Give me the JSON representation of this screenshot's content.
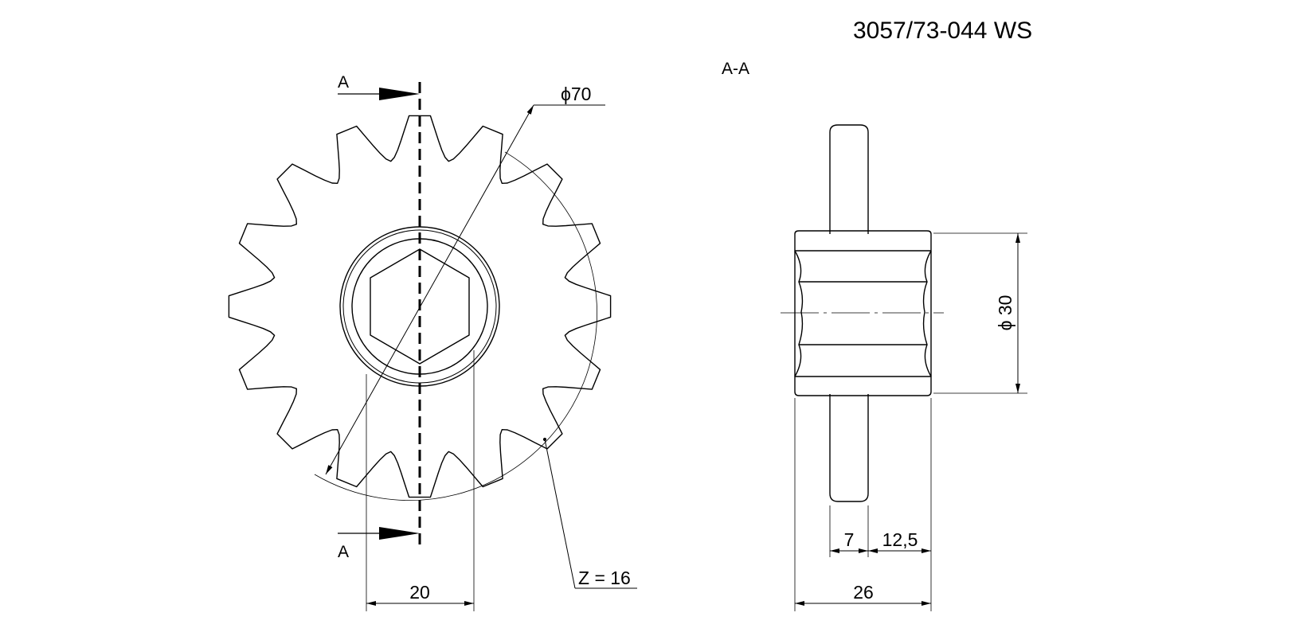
{
  "drawing_number": "3057/73-044 WS",
  "section_view": {
    "title": "A-A"
  },
  "front_view": {
    "section_marker_label": "A",
    "teeth_count": 16
  },
  "dimensions": {
    "outer_diameter": "ϕ70",
    "hub_width": "20",
    "teeth_label": "Z = 16",
    "hub_diameter": "ϕ 30",
    "plate_thickness": "7",
    "hub_offset": "12,5",
    "total_width": "26"
  },
  "colors": {
    "line": "#000000",
    "paper": "#ffffff",
    "hatch": "#000000"
  }
}
